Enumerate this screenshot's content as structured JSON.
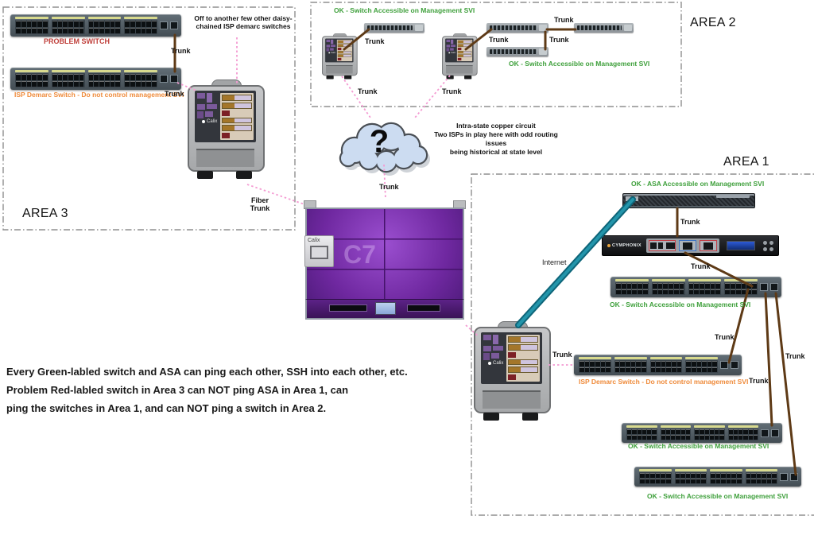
{
  "areas": {
    "area1": "AREA 1",
    "area2": "AREA 2",
    "area3": "AREA 3"
  },
  "labels": {
    "trunk": "Trunk",
    "fiber": "Fiber",
    "internet": "Internet",
    "question_mark": "?"
  },
  "status": {
    "ok_switch": "OK - Switch Accessible on Management SVI",
    "ok_asa": "OK - ASA Accessible on Management SVI",
    "problem": "PROBLEM SWITCH",
    "demarc": "ISP Demarc Switch - Do not control management SVI"
  },
  "notes": {
    "daisy_chain": "Off to another few other daisy-chained ISP demarc switches",
    "cloud_line1": "Intra-state copper circuit",
    "cloud_line2": "Two ISPs in play here with odd routing issues",
    "cloud_line3": "being historical at state level",
    "summary_line1": "Every Green-labled switch and ASA can ping each other, SSH into each other, etc.",
    "summary_line2": "Problem Red-labled switch in Area 3 can NOT ping ASA in Area 1, can",
    "summary_line3": "ping the switches in Area 1, and can NOT ping a switch in Area 2."
  },
  "devices": {
    "c7_brand": "Calix",
    "c7_model": "C7",
    "cymphonix_brand": "CYMPHONIX",
    "cabinet_brand": "Calix"
  },
  "colors": {
    "ok_green": "#3fa03c",
    "problem_red": "#c0413c",
    "demarc_orange": "#ef8b3b",
    "trunk_brown": "#5e3a16",
    "fiber_pink": "#f49ad2",
    "internet_teal": "#177d93",
    "c7_purple": "#7c2fa6"
  }
}
